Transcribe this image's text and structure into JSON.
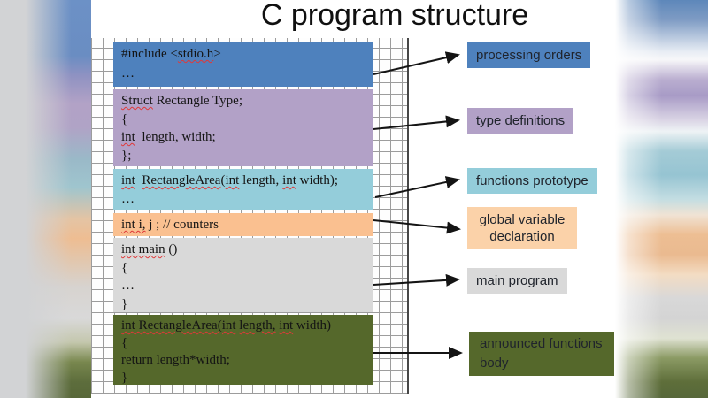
{
  "title": "C program structure",
  "colors": {
    "arrow": "#141414",
    "grid_line": "#9c9c9c",
    "code_text": "#141414",
    "label_text": "#20242c",
    "title_text": "#101010"
  },
  "code_blocks": [
    {
      "name": "include-directives-block",
      "bg": "#4e81bd",
      "lines": [
        [
          [
            "#include <",
            false
          ],
          [
            "stdio.h",
            true
          ],
          [
            ">",
            false
          ]
        ],
        [
          [
            "…",
            false
          ]
        ]
      ]
    },
    {
      "name": "type-definition-block",
      "bg": "#b2a1c7",
      "lines": [
        [
          [
            "Struct",
            true
          ],
          [
            " Rectangle Type;",
            false
          ]
        ],
        [
          [
            "{",
            false
          ]
        ],
        [
          [
            "int",
            true
          ],
          [
            "  length, width;",
            false
          ]
        ],
        [
          [
            "};",
            false
          ]
        ]
      ]
    },
    {
      "name": "function-prototype-block",
      "bg": "#94cdda",
      "lines": [
        [
          [
            "int",
            true
          ],
          [
            "  ",
            false
          ],
          [
            "RectangleArea",
            true
          ],
          [
            "(",
            false
          ],
          [
            "int",
            true
          ],
          [
            " length, ",
            false
          ],
          [
            "int",
            true
          ],
          [
            " width);",
            false
          ]
        ],
        [
          [
            "…",
            false
          ]
        ]
      ]
    },
    {
      "name": "global-variable-block",
      "bg": "#fac090",
      "lines": [
        [
          [
            "int i,",
            true
          ],
          [
            " j ; // counters",
            false
          ]
        ]
      ]
    },
    {
      "name": "main-function-block",
      "bg": "#d9d9d9",
      "lines": [
        [
          [
            "int main",
            true
          ],
          [
            " ()",
            false
          ]
        ],
        [
          [
            "{",
            false
          ]
        ],
        [
          [
            "…",
            false
          ]
        ],
        [
          [
            "}",
            false
          ]
        ]
      ]
    },
    {
      "name": "function-body-block",
      "bg": "#55682b",
      "lines": [
        [
          [
            "int RectangleArea(int",
            true
          ],
          [
            " ",
            false
          ],
          [
            "length,",
            true
          ],
          [
            " ",
            false
          ],
          [
            "int",
            true
          ],
          [
            " width)",
            false
          ]
        ],
        [
          [
            "{",
            false
          ]
        ],
        [
          [
            "return length*width;",
            false
          ]
        ],
        [
          [
            "}",
            false
          ]
        ]
      ]
    }
  ],
  "labels": [
    {
      "name": "processing-orders-label",
      "text": "processing orders",
      "bg": "#4e81bd"
    },
    {
      "name": "type-definitions-label",
      "text": "type definitions",
      "bg": "#b2a1c7"
    },
    {
      "name": "functions-prototype-label",
      "text": "functions prototype",
      "bg": "#94cdda"
    },
    {
      "name": "global-variable-declaration-label",
      "text": "global variable declaration",
      "bg": "#fbd2a9"
    },
    {
      "name": "main-program-label",
      "text": "main program",
      "bg": "#d9d9d9"
    },
    {
      "name": "announced-functions-body-label",
      "text": "announced functions body",
      "bg": "#55682b"
    }
  ],
  "connections": [
    {
      "from": "include-directives-block",
      "to": "processing-orders-label"
    },
    {
      "from": "type-definition-block",
      "to": "type-definitions-label"
    },
    {
      "from": "function-prototype-block",
      "to": "functions-prototype-label"
    },
    {
      "from": "global-variable-block",
      "to": "global-variable-declaration-label"
    },
    {
      "from": "main-function-block",
      "to": "main-program-label"
    },
    {
      "from": "function-body-block",
      "to": "announced-functions-body-label"
    }
  ]
}
